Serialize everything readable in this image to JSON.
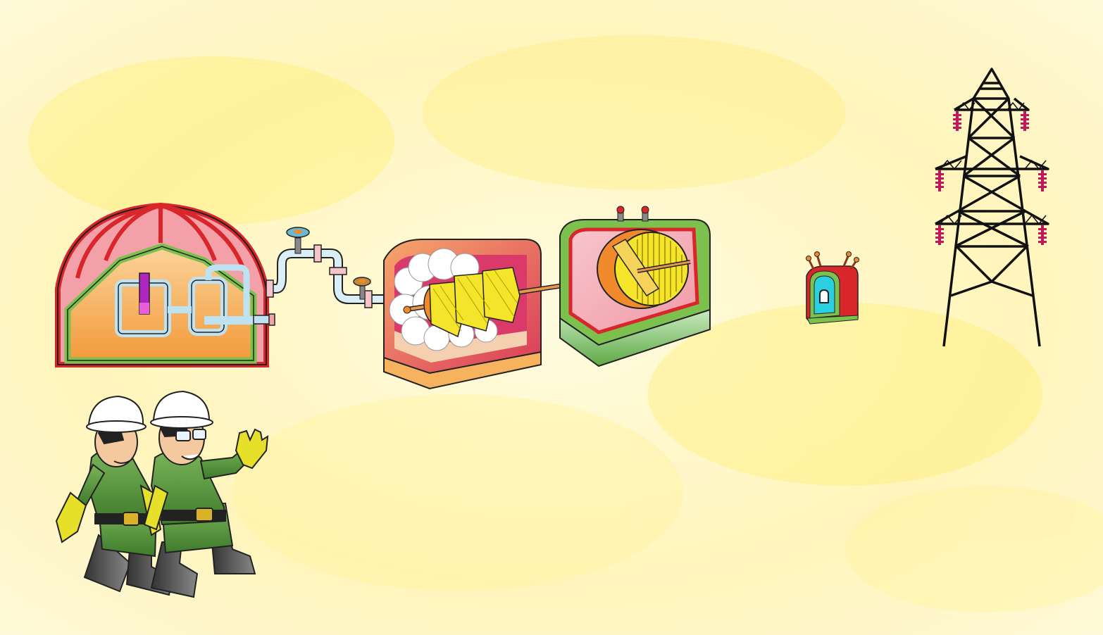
{
  "scene": {
    "components": [
      {
        "id": "reactor-building",
        "icon": "reactor-dome-icon"
      },
      {
        "id": "steam-pipe",
        "icon": "pipe-with-valves-icon"
      },
      {
        "id": "steam-turbine",
        "icon": "turbine-icon"
      },
      {
        "id": "shaft",
        "icon": "shaft-icon"
      },
      {
        "id": "generator",
        "icon": "generator-icon"
      },
      {
        "id": "transformer",
        "icon": "transformer-icon"
      },
      {
        "id": "transmission-tower",
        "icon": "pylon-icon"
      },
      {
        "id": "workers",
        "icon": "two-workers-hardhat-icon"
      }
    ]
  },
  "colors": {
    "bg_light": "#fffbe6",
    "bg_yellow": "#fff2a8",
    "outline": "#222222",
    "dome_red": "#d9262b",
    "dome_pink": "#f3a0a8",
    "dome_green": "#7cc04e",
    "interior_orange": "#f7b25d",
    "pipe_blue": "#bfe2f2",
    "turbine_yellow": "#f5e52a",
    "turbine_orange": "#f08a2a",
    "generator_pink": "#f5b7c0",
    "tower_red": "#c0185a",
    "worker_green": "#5d9a3a",
    "helmet_white": "#ffffff",
    "glove_yellow": "#e6e02a"
  }
}
